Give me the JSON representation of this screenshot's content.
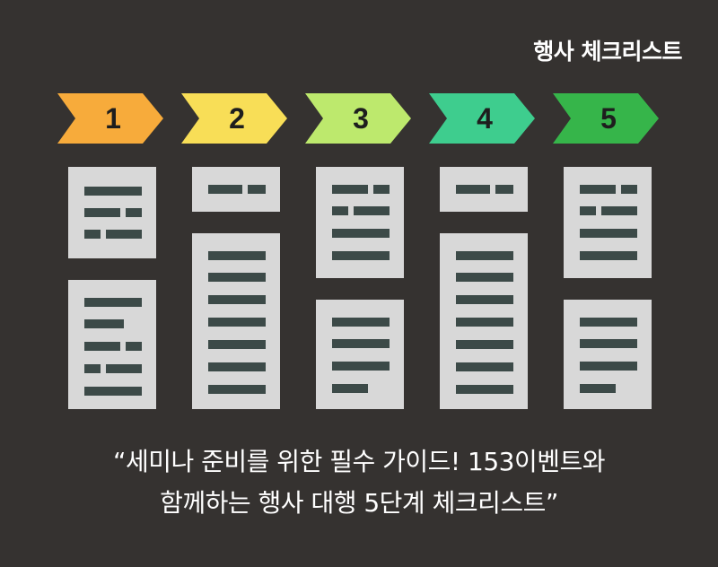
{
  "header": {
    "title": "행사 체크리스트"
  },
  "steps": [
    {
      "number": "1",
      "color": "#f7ab3b"
    },
    {
      "number": "2",
      "color": "#f8de57"
    },
    {
      "number": "3",
      "color": "#bde96d"
    },
    {
      "number": "4",
      "color": "#3ecd8e"
    },
    {
      "number": "5",
      "color": "#36b54a"
    }
  ],
  "caption": {
    "line1": "“세미나 준비를 위한 필수 가이드! 153이벤트와",
    "line2": "함께하는 행사 대행 5단계 체크리스트”"
  }
}
